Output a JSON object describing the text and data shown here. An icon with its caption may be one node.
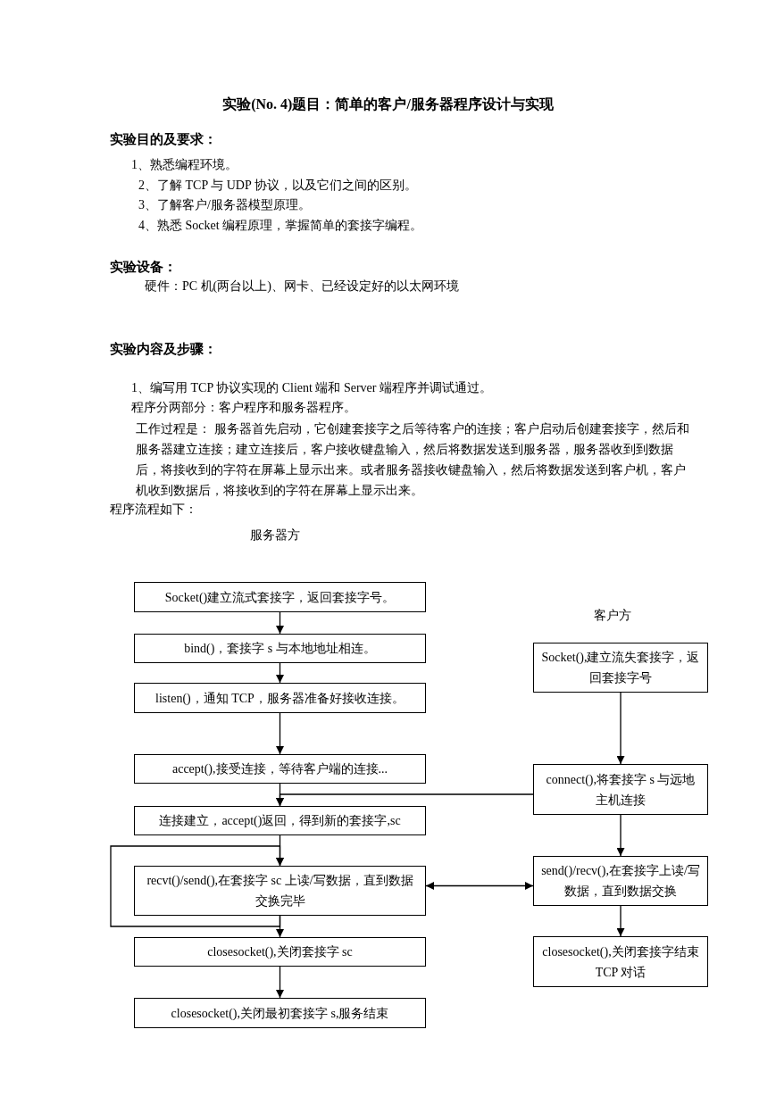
{
  "diagram": {
    "title": "实验(No. 4)题目：简单的客户/服务器程序设计与实现",
    "nodes": [
      {
        "text": [
          "Socket()建立流式套接字，返回套接字号。"
        ]
      },
      {
        "text": [
          "bind()，套接字 s 与本地地址相连。"
        ]
      },
      {
        "text": [
          "listen()，通知 TCP，服务器准备好接收连接。"
        ]
      },
      {
        "text": [
          "accept(),接受连接，等待客户端的连接..."
        ]
      },
      {
        "text": [
          "连接建立，accept()返回，得到新的套接字,sc"
        ]
      },
      {
        "text": [
          "recvt()/send(),在套接字 sc 上读/写数据，直到数据交换完毕"
        ]
      },
      {
        "text": [
          "closesocket(),关闭套接字 sc"
        ]
      },
      {
        "text": [
          "closesocket(),关闭最初套接字 s,服务结束"
        ]
      },
      {
        "text": [
          "Socket(),建立流失套接字，返回套接字号"
        ]
      },
      {
        "text": [
          "connect(),将套接字 s 与远地主机连接"
        ]
      },
      {
        "text": [
          "send()/recv(),在套接字上读/写数据，直到数据交换"
        ]
      },
      {
        "text": [
          "closesocket(),关闭套接字结束 TCP 对话"
        ]
      }
    ],
    "edges": [
      {
        "from": 0,
        "to": 1,
        "arrow": "to"
      },
      {
        "from": 1,
        "to": 2,
        "arrow": "to"
      },
      {
        "from": 2,
        "to": 3,
        "arrow": "to"
      },
      {
        "from": 3,
        "to": 4,
        "arrow": "to"
      },
      {
        "from": 9,
        "to": 4,
        "arrow": "to"
      },
      {
        "from": 4,
        "to": 5,
        "arrow": "to"
      },
      {
        "from": 5,
        "to": 5,
        "arrow": "to"
      },
      {
        "from": 5,
        "to": 6,
        "arrow": "to"
      },
      {
        "from": 6,
        "to": 7,
        "arrow": "to"
      },
      {
        "from": 8,
        "to": 9,
        "arrow": "to"
      },
      {
        "from": 9,
        "to": 10,
        "arrow": "to"
      },
      {
        "from": 10,
        "to": 11,
        "arrow": "to"
      },
      {
        "from": 5,
        "to": 10,
        "arrow": "both"
      }
    ],
    "labels": [
      "实验目的及要求：",
      "1、熟悉编程环境。",
      "2、了解 TCP 与 UDP 协议，以及它们之间的区别。",
      "3、了解客户/服务器模型原理。",
      "4、熟悉 Socket 编程原理，掌握简单的套接字编程。",
      "实验设备：",
      "硬件：PC 机(两台以上)、网卡、已经设定好的以太网环境",
      "实验内容及步骤：",
      "1、编写用 TCP 协议实现的 Client 端和 Server 端程序并调试通过。",
      "程序分两部分：客户程序和服务器程序。",
      "工作过程是： 服务器首先启动，它创建套接字之后等待客户的连接；客户启动后创建套接字，然后和服务器建立连接；建立连接后，客户接收键盘输入，然后将数据发送到服务器，服务器收到到数据后，将接收到的字符在屏幕上显示出来。或者服务器接收键盘输入，然后将数据发送到客户机，客户机收到数据后，将接收到的字符在屏幕上显示出来。",
      "程序流程如下：",
      "服务器方",
      "客户方"
    ]
  }
}
